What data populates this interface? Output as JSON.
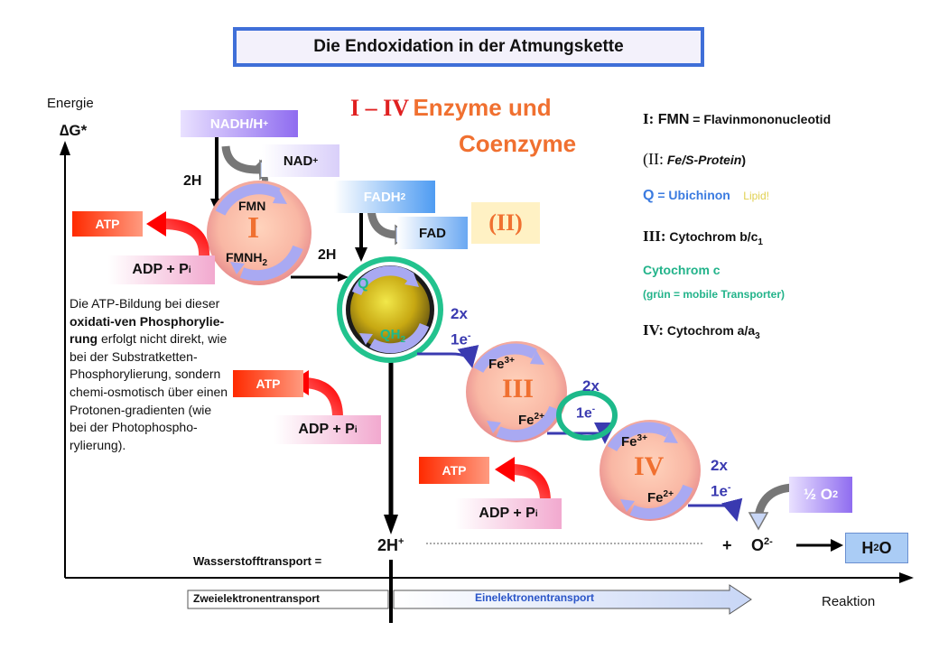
{
  "title": "Die Endoxidation in der Atmungskette",
  "axis": {
    "y_label_line1": "Energie",
    "y_label_line2": "∆G*",
    "x_label": "Reaktion"
  },
  "heading": {
    "roman": "I – IV",
    "rest_line1": "Enzyme und",
    "line2": "Coenzyme"
  },
  "legend": {
    "i_num": "I:",
    "i_term": "FMN",
    "i_desc": " = Flavinmononucleotid",
    "ii_open": "(II:",
    "ii_term": " Fe/S-Protein",
    "ii_close": ")",
    "q_term": "Q",
    "q_desc": " = Ubichinon",
    "q_note": "Lipid!",
    "iii_num": "III:",
    "iii_desc": " Cytochrom b/c",
    "iii_sub": "1",
    "cyt_c": "Cytochrom c",
    "mobile_note": "(grün = mobile Transporter)",
    "iv_num": "IV:",
    "iv_desc": " Cytochrom a/a",
    "iv_sub": "3"
  },
  "substrates": {
    "nadh": "NADH/H",
    "nadh_sup": "+",
    "nad": "NAD",
    "nad_sup": "+",
    "fadh": "FADH",
    "fadh_sub": "2",
    "fad": "FAD",
    "half_o2": "½ O",
    "half_o2_sub": "2",
    "h2o_h": "H",
    "h2o_sub": "2",
    "h2o_o": "O"
  },
  "complexes": {
    "c1": {
      "roman": "I",
      "top": "FMN",
      "bottom": "FMNH",
      "bottom_sub": "2"
    },
    "c2": {
      "roman": "(II)"
    },
    "q": {
      "top": "Q",
      "bottom": "QH",
      "bottom_sub": "2"
    },
    "c3": {
      "roman": "III",
      "top": "Fe",
      "top_sup": "3+",
      "bottom": "Fe",
      "bottom_sup": "2+"
    },
    "c4": {
      "roman": "IV",
      "top": "Fe",
      "top_sup": "3+",
      "bottom": "Fe",
      "bottom_sup": "2+"
    }
  },
  "transfers": {
    "h2_a": "2H",
    "h2_b": "2H",
    "e1_x": "2x",
    "e1_e": "1e",
    "e1_sup": "-",
    "e2_x": "2x",
    "e2_e": "1e",
    "e2_sup": "-",
    "e3_x": "2x",
    "e3_e": "1e",
    "e3_sup": "-",
    "two_h_plus": "2H",
    "two_h_plus_sup": "+",
    "plus": "+",
    "o2minus": "O",
    "o2minus_sup": "2-"
  },
  "atp": {
    "label": "ATP",
    "adp": "ADP + P",
    "adp_sub": "i"
  },
  "note": {
    "p1": "Die ATP-Bildung bei dieser ",
    "p2": "oxidati-ven Phosphorylie-rung",
    "p3": " erfolgt nicht direkt, wie bei der Substratketten-Phosphorylierung, sondern chemi-osmotisch über einen Protonen-gradienten (wie bei der Photophospho-rylierung)."
  },
  "transport": {
    "hydrogen": "Wasserstofftransport =",
    "two_e": "Zweielektronentransport",
    "one_e": "Einelektronentransport"
  },
  "colors": {
    "title_border": "#3f6fd8",
    "green": "#1db98a",
    "blue_arrow": "#3a3ab0",
    "roman_orange": "#f07030",
    "enzyme_blue": "#2a55c8"
  }
}
